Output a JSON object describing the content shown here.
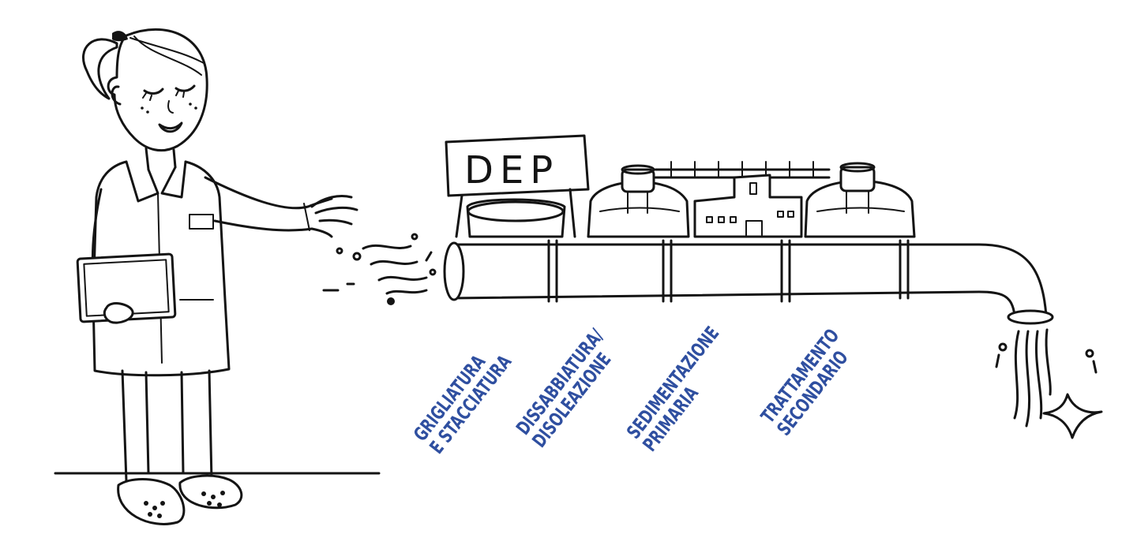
{
  "sign": {
    "text": "DEP"
  },
  "label_color": "#2f4fa0",
  "stages": [
    {
      "line1": "GRIGLIATURA",
      "line2": "E STACCIATURA"
    },
    {
      "line1": "DISSABBIATURA/",
      "line2": "DISOLEAZIONE"
    },
    {
      "line1": "SEDIMENTAZIONE",
      "line2": "PRIMARIA"
    },
    {
      "line1": "TRATTAMENTO",
      "line2": "SECONDARIO"
    }
  ]
}
